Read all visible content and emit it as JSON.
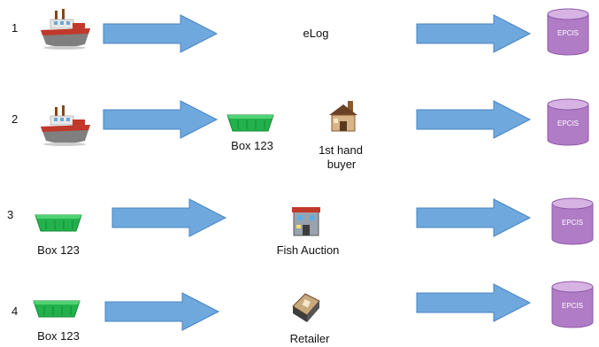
{
  "colors": {
    "arrow_fill": "#6fa8dc",
    "arrow_stroke": "#4a86c5",
    "database_fill": "#b07cc6",
    "database_top": "#d6b3e3",
    "box_green": "#22b14c",
    "boat_hull": "#7f7f7f",
    "boat_deck": "#c0392b"
  },
  "rows": [
    {
      "number": "1",
      "source": {
        "type": "boat",
        "icon": "fishing-boat-icon"
      },
      "middle": {
        "type": "text",
        "label": "eLog"
      },
      "target": {
        "icon": "database-icon",
        "label": "EPCIS"
      }
    },
    {
      "number": "2",
      "source": {
        "type": "boat",
        "icon": "fishing-boat-icon"
      },
      "middle": {
        "type": "box_and_buyer",
        "box_label": "Box 123",
        "buyer_line1": "1st hand",
        "buyer_line2": "buyer",
        "buyer_icon": "house-icon"
      },
      "target": {
        "icon": "database-icon",
        "label": "EPCIS"
      }
    },
    {
      "number": "3",
      "source": {
        "type": "box",
        "icon": "fish-box-icon",
        "label": "Box 123"
      },
      "middle": {
        "type": "building",
        "icon": "auction-building-icon",
        "label": "Fish Auction"
      },
      "target": {
        "icon": "database-icon",
        "label": "EPCIS"
      }
    },
    {
      "number": "4",
      "source": {
        "type": "box",
        "icon": "fish-box-icon",
        "label": "Box 123"
      },
      "middle": {
        "type": "building",
        "icon": "retailer-icon",
        "label": "Retailer"
      },
      "target": {
        "icon": "database-icon",
        "label": "EPCIS"
      }
    }
  ]
}
